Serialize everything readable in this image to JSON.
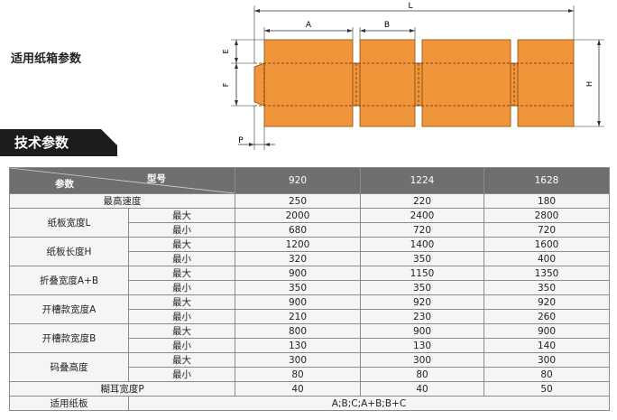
{
  "box_title": "适用纸箱参数",
  "section_title": "技术参数",
  "diagram": {
    "labels": {
      "L": "L",
      "A": "A",
      "B": "B",
      "E": "E",
      "F": "F",
      "H": "H",
      "P": "P"
    }
  },
  "table": {
    "header_model": "型号",
    "header_param": "参数",
    "models": [
      "920",
      "1224",
      "1628"
    ],
    "max_speed": {
      "label": "最高速度",
      "values": [
        "250",
        "220",
        "180"
      ]
    },
    "groups": [
      {
        "label": "纸板宽度L",
        "max_label": "最大",
        "min_label": "最小",
        "max": [
          "2000",
          "2400",
          "2800"
        ],
        "min": [
          "680",
          "720",
          "720"
        ]
      },
      {
        "label": "纸板长度H",
        "max_label": "最大",
        "min_label": "最小",
        "max": [
          "1200",
          "1400",
          "1600"
        ],
        "min": [
          "320",
          "350",
          "400"
        ]
      },
      {
        "label": "折叠宽度A+B",
        "max_label": "最大",
        "min_label": "最小",
        "max": [
          "900",
          "1150",
          "1350"
        ],
        "min": [
          "350",
          "350",
          "350"
        ]
      },
      {
        "label": "开槽款宽度A",
        "max_label": "最大",
        "min_label": "最小",
        "max": [
          "900",
          "920",
          "920"
        ],
        "min": [
          "210",
          "230",
          "260"
        ]
      },
      {
        "label": "开槽款宽度B",
        "max_label": "最大",
        "min_label": "最小",
        "max": [
          "800",
          "900",
          "900"
        ],
        "min": [
          "130",
          "130",
          "140"
        ]
      },
      {
        "label": "码叠高度",
        "max_label": "最大",
        "min_label": "最小",
        "max": [
          "300",
          "300",
          "300"
        ],
        "min": [
          "80",
          "80",
          "80"
        ]
      }
    ],
    "glue_width": {
      "label": "糊耳宽度P",
      "values": [
        "40",
        "40",
        "50"
      ]
    },
    "board": {
      "label": "适用纸板",
      "value": "A;B;C;A+B;B+C"
    }
  },
  "colors": {
    "box_fill": "#F0953A",
    "header_bg": "#6F6F6F",
    "section_bg": "#1C1C1C"
  }
}
